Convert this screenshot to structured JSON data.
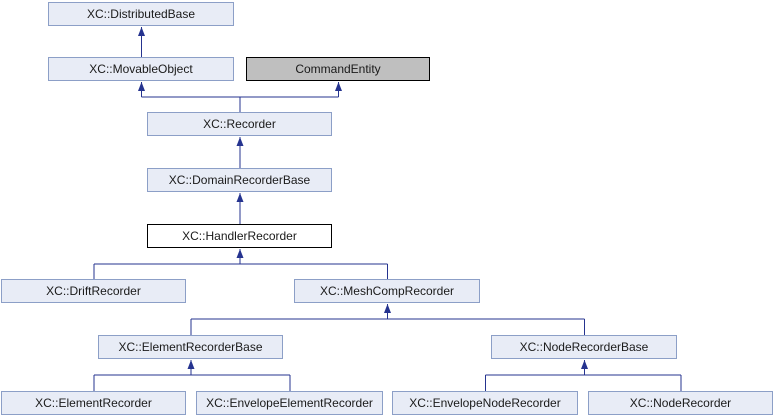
{
  "nodes": {
    "distributed_base": "XC::DistributedBase",
    "movable_object": "XC::MovableObject",
    "command_entity": "CommandEntity",
    "recorder": "XC::Recorder",
    "domain_recorder_base": "XC::DomainRecorderBase",
    "handler_recorder": "XC::HandlerRecorder",
    "drift_recorder": "XC::DriftRecorder",
    "mesh_comp_recorder": "XC::MeshCompRecorder",
    "element_recorder_base": "XC::ElementRecorderBase",
    "node_recorder_base": "XC::NodeRecorderBase",
    "element_recorder": "XC::ElementRecorder",
    "envelope_element_recorder": "XC::EnvelopeElementRecorder",
    "envelope_node_recorder": "XC::EnvelopeNodeRecorder",
    "node_recorder": "XC::NodeRecorder"
  },
  "inheritance": [
    [
      "movable_object",
      "distributed_base"
    ],
    [
      "recorder",
      "movable_object"
    ],
    [
      "recorder",
      "command_entity"
    ],
    [
      "domain_recorder_base",
      "recorder"
    ],
    [
      "handler_recorder",
      "domain_recorder_base"
    ],
    [
      "drift_recorder",
      "handler_recorder"
    ],
    [
      "mesh_comp_recorder",
      "handler_recorder"
    ],
    [
      "element_recorder_base",
      "mesh_comp_recorder"
    ],
    [
      "node_recorder_base",
      "mesh_comp_recorder"
    ],
    [
      "element_recorder",
      "element_recorder_base"
    ],
    [
      "envelope_element_recorder",
      "element_recorder_base"
    ],
    [
      "envelope_node_recorder",
      "node_recorder_base"
    ],
    [
      "node_recorder",
      "node_recorder_base"
    ]
  ],
  "colors": {
    "edge": "#25338f",
    "node_fill": "#e8ecf6",
    "node_border": "#8c9fc7",
    "current_fill": "#ffffff",
    "external_fill": "#bfbfbf"
  }
}
